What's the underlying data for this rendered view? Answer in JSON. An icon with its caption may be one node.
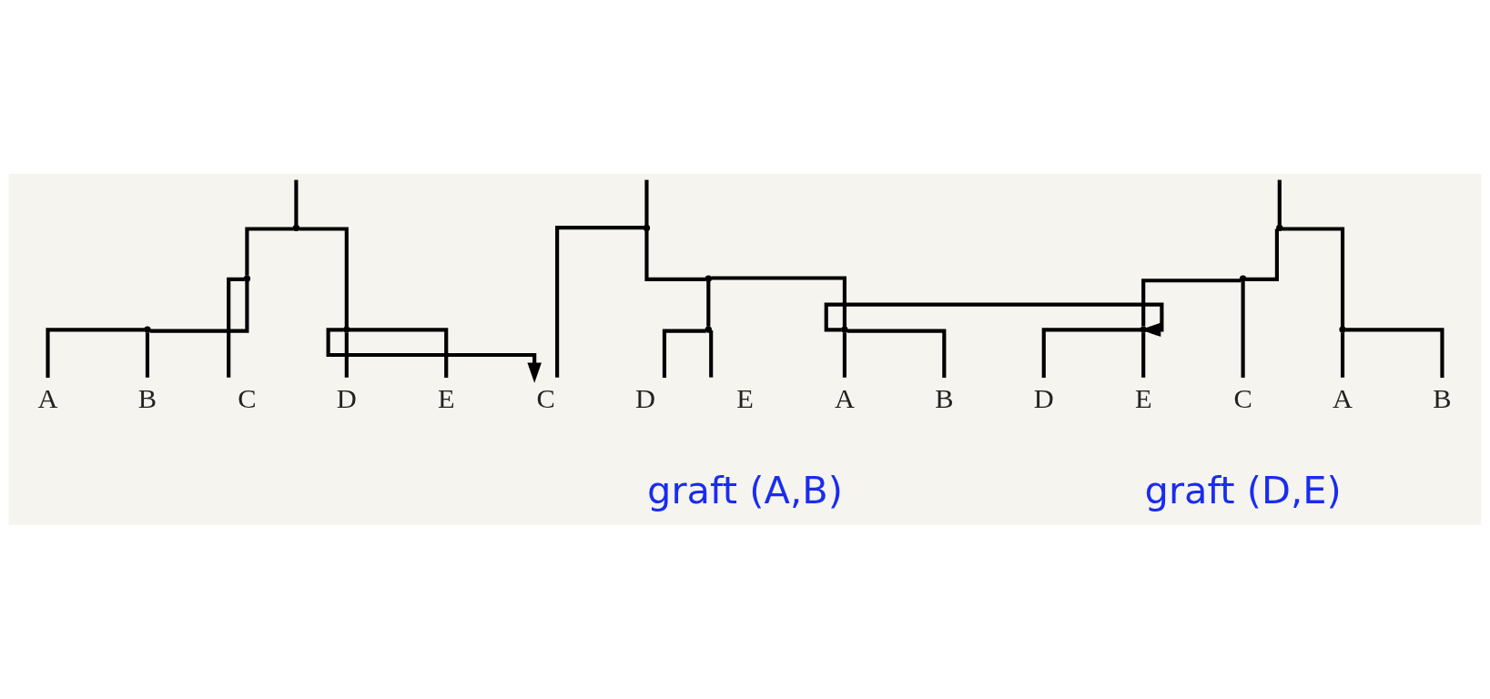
{
  "diagram": {
    "nodes": [
      {
        "text": [],
        "shape": "point"
      },
      {
        "text": [],
        "shape": "point"
      },
      {
        "text": [],
        "shape": "point"
      },
      {
        "text": [],
        "shape": "point"
      },
      {
        "text": [
          "A"
        ]
      },
      {
        "text": [
          "B"
        ]
      },
      {
        "text": [
          "C"
        ]
      },
      {
        "text": [
          "D"
        ]
      },
      {
        "text": [
          "E"
        ]
      },
      {
        "text": [],
        "shape": "point"
      },
      {
        "text": [],
        "shape": "point"
      },
      {
        "text": [],
        "shape": "point"
      },
      {
        "text": [],
        "shape": "point"
      },
      {
        "text": [
          "C"
        ]
      },
      {
        "text": [
          "D"
        ]
      },
      {
        "text": [
          "E"
        ]
      },
      {
        "text": [
          "A"
        ]
      },
      {
        "text": [
          "B"
        ]
      },
      {
        "text": [],
        "shape": "point"
      },
      {
        "text": [],
        "shape": "point"
      },
      {
        "text": [],
        "shape": "point"
      },
      {
        "text": [],
        "shape": "point"
      },
      {
        "text": [
          "D"
        ]
      },
      {
        "text": [
          "E"
        ]
      },
      {
        "text": [
          "C"
        ]
      },
      {
        "text": [
          "A"
        ]
      },
      {
        "text": [
          "B"
        ]
      }
    ],
    "edges": [
      {
        "from": null,
        "to": 0,
        "arrow": "none"
      },
      {
        "from": 0,
        "to": 1,
        "arrow": "none"
      },
      {
        "from": 0,
        "to": 3,
        "arrow": "none"
      },
      {
        "from": 1,
        "to": 2,
        "arrow": "none"
      },
      {
        "from": 1,
        "to": 6,
        "arrow": "none"
      },
      {
        "from": 2,
        "to": 4,
        "arrow": "none"
      },
      {
        "from": 2,
        "to": 5,
        "arrow": "none"
      },
      {
        "from": 3,
        "to": 7,
        "arrow": "none"
      },
      {
        "from": 3,
        "to": 8,
        "arrow": "none"
      },
      {
        "from": 3,
        "to": 13,
        "arrow": "to"
      },
      {
        "from": null,
        "to": 9,
        "arrow": "none"
      },
      {
        "from": 9,
        "to": 13,
        "arrow": "none"
      },
      {
        "from": 9,
        "to": 10,
        "arrow": "none"
      },
      {
        "from": 10,
        "to": 11,
        "arrow": "none"
      },
      {
        "from": 10,
        "to": 12,
        "arrow": "none"
      },
      {
        "from": 11,
        "to": 14,
        "arrow": "none"
      },
      {
        "from": 11,
        "to": 15,
        "arrow": "none"
      },
      {
        "from": 12,
        "to": 16,
        "arrow": "none"
      },
      {
        "from": 12,
        "to": 17,
        "arrow": "none"
      },
      {
        "from": 12,
        "to": 20,
        "arrow": "to"
      },
      {
        "from": null,
        "to": 18,
        "arrow": "none"
      },
      {
        "from": 18,
        "to": 19,
        "arrow": "none"
      },
      {
        "from": 18,
        "to": 21,
        "arrow": "none"
      },
      {
        "from": 19,
        "to": 20,
        "arrow": "none"
      },
      {
        "from": 19,
        "to": 24,
        "arrow": "none"
      },
      {
        "from": 20,
        "to": 22,
        "arrow": "none"
      },
      {
        "from": 20,
        "to": 23,
        "arrow": "none"
      },
      {
        "from": 21,
        "to": 25,
        "arrow": "none"
      },
      {
        "from": 21,
        "to": 26,
        "arrow": "none"
      }
    ],
    "labels": [
      "graft (A,B)",
      "graft (D,E)"
    ]
  }
}
